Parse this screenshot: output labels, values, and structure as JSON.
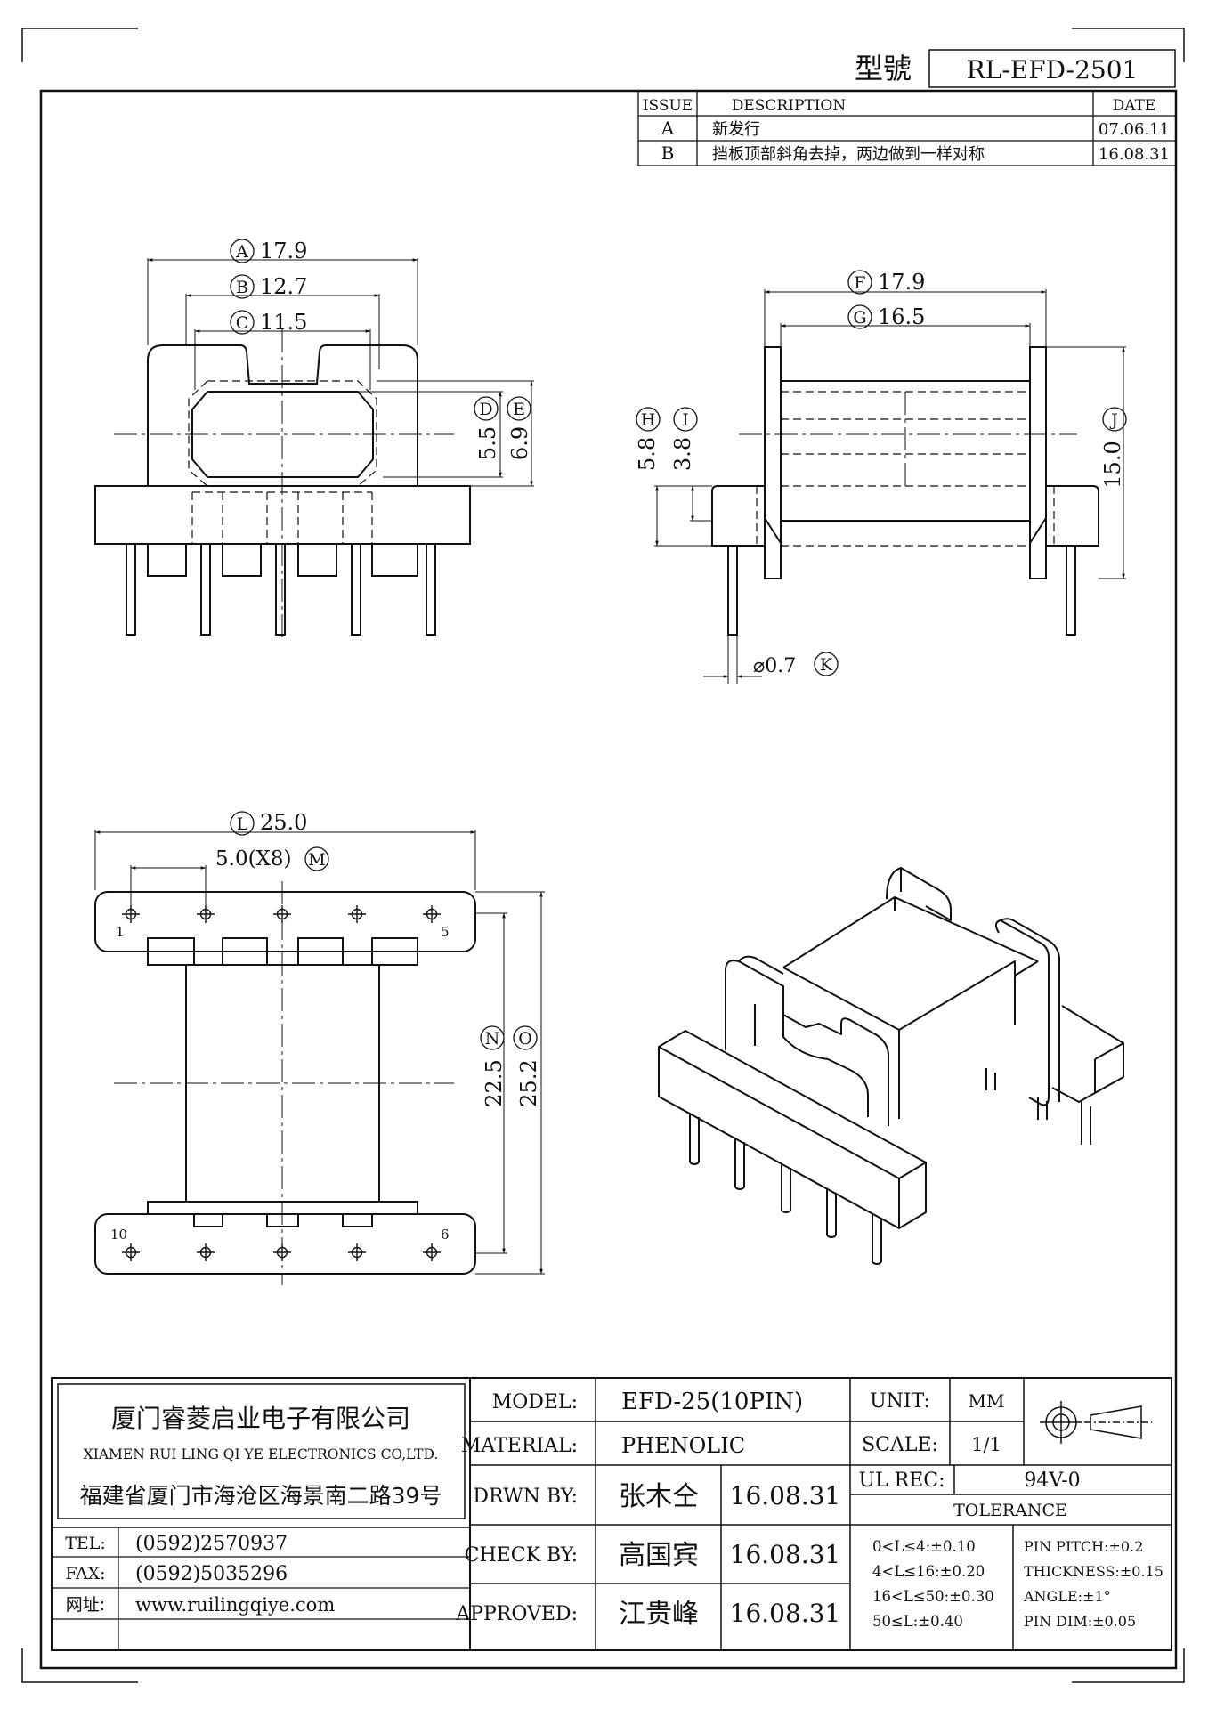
{
  "header": {
    "model_label": "型號",
    "model_number": "RL-EFD-2501"
  },
  "revisions": {
    "headers": [
      "ISSUE",
      "DESCRIPTION",
      "DATE"
    ],
    "rows": [
      {
        "issue": "A",
        "description": "新发行",
        "date": "07.06.11"
      },
      {
        "issue": "B",
        "description": "挡板顶部斜角去掉，两边做到一样对称",
        "date": "16.08.31"
      }
    ]
  },
  "dimensions": {
    "A": "17.9",
    "B": "12.7",
    "C": "11.5",
    "D": "5.5",
    "E": "6.9",
    "F": "17.9",
    "G": "16.5",
    "H": "5.8",
    "I": "3.8",
    "J": "15.0",
    "K": "⌀0.7",
    "L": "25.0",
    "M": "5.0(X8)",
    "N": "22.5",
    "O": "25.2"
  },
  "pin_numbers": [
    "1",
    "5",
    "10",
    "6"
  ],
  "company": {
    "name_cn": "厦门睿菱启业电子有限公司",
    "name_en": "XIAMEN RUI LING QI YE ELECTRONICS CO,LTD.",
    "address": "福建省厦门市海沧区海景南二路39号",
    "tel_label": "TEL:",
    "tel": "(0592)2570937",
    "fax_label": "FAX:",
    "fax": "(0592)5035296",
    "web_label": "网址:",
    "web": "www.ruilingqiye.com"
  },
  "titleblock": {
    "model_label": "MODEL:",
    "model": "EFD-25(10PIN)",
    "material_label": "MATERIAL:",
    "material": "PHENOLIC",
    "drawn_label": "DRWN BY:",
    "drawn_by": "张木仝",
    "drawn_date": "16.08.31",
    "check_label": "CHECK BY:",
    "checked_by": "高国宾",
    "check_date": "16.08.31",
    "approved_label": "APPROVED:",
    "approved_by": "江贵峰",
    "approved_date": "16.08.31",
    "unit_label": "UNIT:",
    "unit": "MM",
    "scale_label": "SCALE:",
    "scale": "1/1",
    "ul_label": "UL REC:",
    "ul": "94V-0",
    "tolerance_label": "TOLERANCE",
    "tolerance_left": [
      "0<L≤4:±0.10",
      "4<L≤16:±0.20",
      "16<L≤50:±0.30",
      "50≤L:±0.40"
    ],
    "tolerance_right": [
      "PIN PITCH:±0.2",
      "THICKNESS:±0.15",
      "ANGLE:±1°",
      "PIN DIM:±0.05"
    ]
  }
}
